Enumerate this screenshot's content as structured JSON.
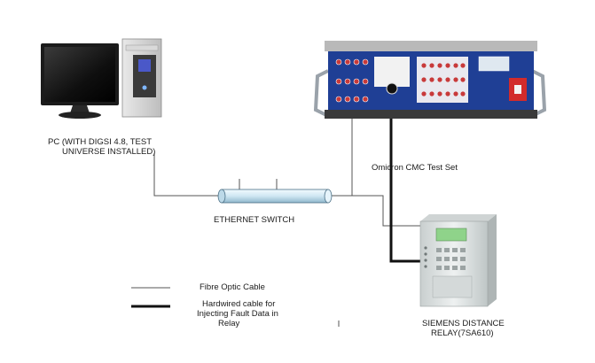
{
  "nodes": {
    "pc": {
      "label_line1": "PC (WITH DIGSI 4.8, TEST",
      "label_line2": "UNIVERSE INSTALLED)"
    },
    "test_set": {
      "label": "Omicron CMC Test Set"
    },
    "switch": {
      "label": "ETHERNET SWITCH"
    },
    "relay": {
      "label_line1": "SIEMENS DISTANCE",
      "label_line2": "RELAY(7SA610)"
    }
  },
  "legend": {
    "fibre": "Fibre Optic Cable",
    "hardwired_line1": "Hardwired cable for",
    "hardwired_line2": "Injecting Fault Data in",
    "hardwired_line3": "Relay"
  },
  "colors": {
    "fibre_line": "#555555",
    "hardwired_line": "#111111",
    "test_set_panel": "#1f3f95",
    "test_set_red": "#d22b2b",
    "switch_fill": "#cfe6f2",
    "relay_body": "#dfe3e3"
  }
}
